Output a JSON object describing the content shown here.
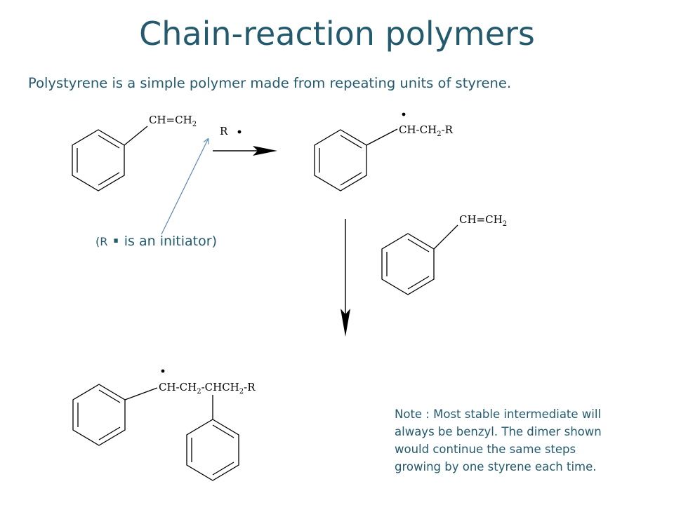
{
  "title": "Chain-reaction polymers",
  "subtitle": "Polystyrene is a simple polymer made from repeating units of styrene.",
  "styrene_label": "CH=CH",
  "styrene_sub": "2",
  "radical_label": "R",
  "product1_label_a": "CH-CH",
  "product1_sub": "2",
  "product1_label_b": "-R",
  "styrene2_label": "CH=CH",
  "styrene2_sub": "2",
  "dimer_label_a": "CH-CH",
  "dimer_sub1": "2",
  "dimer_label_b": "-CHCH",
  "dimer_sub2": "2",
  "dimer_label_c": "-R",
  "initiator_note": {
    "open": "(R",
    "text": "is an initiator)"
  },
  "note_lines": [
    "Note :  Most stable intermediate will",
    "always be benzyl.  The dimer shown",
    "would continue the same steps",
    "growing by one styrene each time."
  ],
  "colors": {
    "title": "#235a6e",
    "text": "#235a6e",
    "pointer_arrow": "#5b87b5",
    "structure": "#000000"
  }
}
